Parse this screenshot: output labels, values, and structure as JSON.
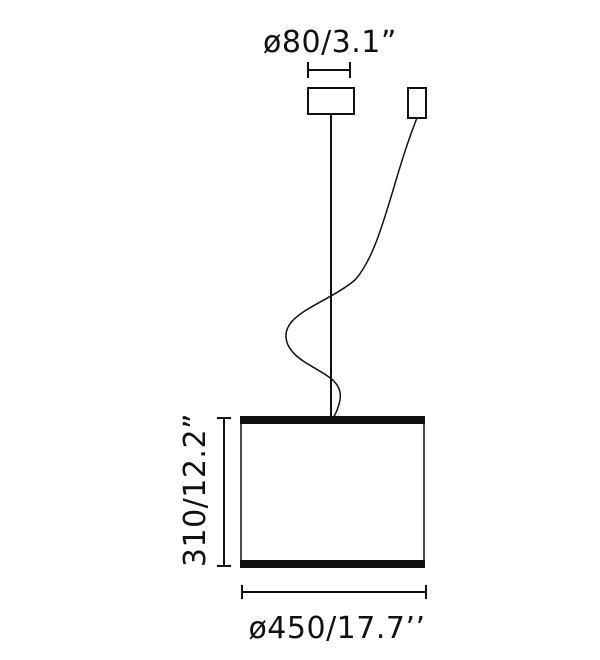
{
  "dimensions": {
    "canopy_diameter": "ø80/3.1”",
    "height": "310/12.2”",
    "shade_diameter": "ø450/17.7’’"
  },
  "colors": {
    "line": "#111111",
    "background": "#ffffff"
  }
}
